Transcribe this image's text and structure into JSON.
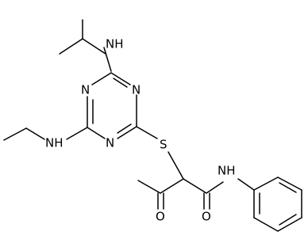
{
  "molecule": {
    "bond_color": "#000000",
    "label_color": "#000000",
    "atoms": {
      "n_ring_top": "N",
      "n_ring_left": "N",
      "n_ring_bottom": "N",
      "nh_isopropyl": "NH",
      "nh_ethyl": "NH",
      "s_thioether": "S",
      "o_ketone": "O",
      "o_amide": "O",
      "nh_amide": "NH"
    }
  }
}
